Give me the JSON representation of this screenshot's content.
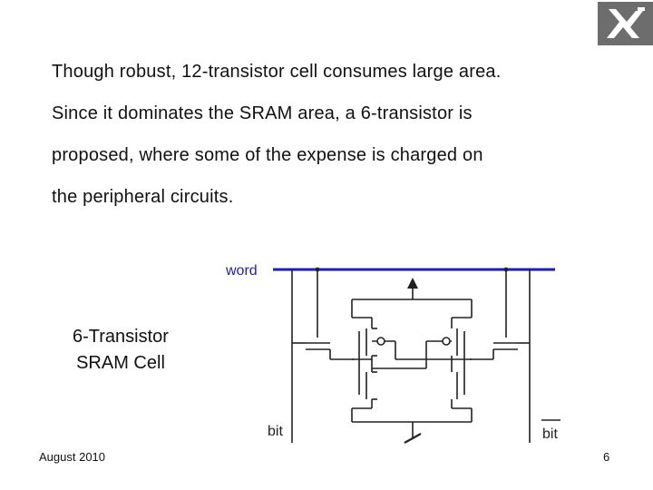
{
  "paragraph": [
    "Though robust, 12-transistor cell consumes large area.",
    "Since it dominates the SRAM area, a 6-transistor is",
    "proposed, where some of the expense is charged on",
    "the peripheral circuits."
  ],
  "caption": [
    "6-Transistor",
    "SRAM Cell"
  ],
  "circuit": {
    "word_label": "word",
    "bit_label": "bit",
    "bit_bar_label": "bit",
    "word_line_color": "#1f1fa8",
    "wire_color": "#222222"
  },
  "logo": {
    "icon": "university-logo-icon",
    "color": "#6d6d6d"
  },
  "footer": {
    "date": "August 2010",
    "page": "6"
  }
}
